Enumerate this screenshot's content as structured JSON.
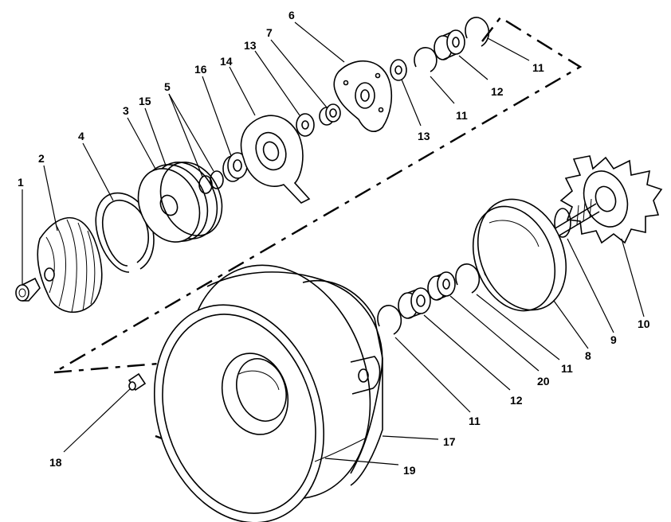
{
  "callouts": [
    {
      "id": "c1",
      "label": "1"
    },
    {
      "id": "c2",
      "label": "2"
    },
    {
      "id": "c3",
      "label": "3"
    },
    {
      "id": "c4",
      "label": "4"
    },
    {
      "id": "c5",
      "label": "5"
    },
    {
      "id": "c6",
      "label": "6"
    },
    {
      "id": "c7",
      "label": "7"
    },
    {
      "id": "c8",
      "label": "8"
    },
    {
      "id": "c9",
      "label": "9"
    },
    {
      "id": "c10",
      "label": "10"
    },
    {
      "id": "c11a",
      "label": "11"
    },
    {
      "id": "c11b",
      "label": "11"
    },
    {
      "id": "c11c",
      "label": "11"
    },
    {
      "id": "c11d",
      "label": "11"
    },
    {
      "id": "c12a",
      "label": "12"
    },
    {
      "id": "c12b",
      "label": "12"
    },
    {
      "id": "c13a",
      "label": "13"
    },
    {
      "id": "c13b",
      "label": "13"
    },
    {
      "id": "c14",
      "label": "14"
    },
    {
      "id": "c15",
      "label": "15"
    },
    {
      "id": "c16",
      "label": "16"
    },
    {
      "id": "c17",
      "label": "17"
    },
    {
      "id": "c18",
      "label": "18"
    },
    {
      "id": "c19",
      "label": "19"
    },
    {
      "id": "c20",
      "label": "20"
    }
  ]
}
